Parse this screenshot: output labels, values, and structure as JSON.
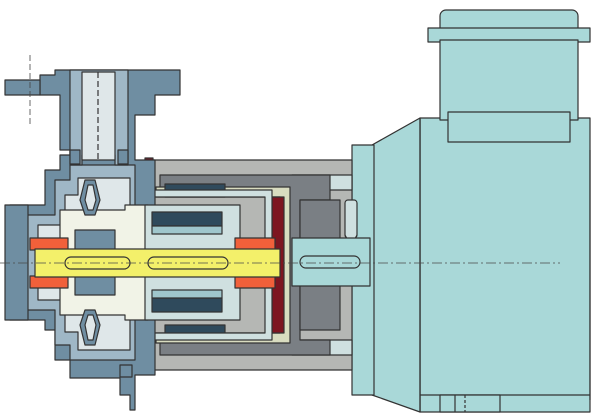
{
  "colors": {
    "outline": "#333333",
    "pump_casing": "#6f8ea2",
    "pump_casing_light": "#9fb7c6",
    "inner_cavity": "#dfe7e9",
    "impeller_light": "#f1f3e7",
    "motor_body": "#a9d8d8",
    "bracket": "#cfe0e0",
    "magnet_housing": "#7a7f84",
    "magnet_housing_light": "#b5b7b4",
    "khaki_sleeve": "#d8dcc0",
    "shaft_yellow": "#f3f06a",
    "bearing_orange": "#f1603a",
    "containment_red": "#7d1520",
    "magnet_dark": "#2f4a5c",
    "magnet_teal": "#9fc6cc",
    "centerline": "#4a4a4a"
  },
  "components": [
    {
      "name": "motor"
    },
    {
      "name": "terminal-box"
    },
    {
      "name": "motor-shaft"
    },
    {
      "name": "bracket"
    },
    {
      "name": "outer-magnet-carrier"
    },
    {
      "name": "outer-magnets"
    },
    {
      "name": "containment-shell"
    },
    {
      "name": "inner-magnet-rotor"
    },
    {
      "name": "inner-magnets"
    },
    {
      "name": "pump-shaft"
    },
    {
      "name": "bearing-sleeves"
    },
    {
      "name": "impeller"
    },
    {
      "name": "pump-casing"
    },
    {
      "name": "suction-flange"
    },
    {
      "name": "discharge-nozzle"
    },
    {
      "name": "feet"
    }
  ]
}
